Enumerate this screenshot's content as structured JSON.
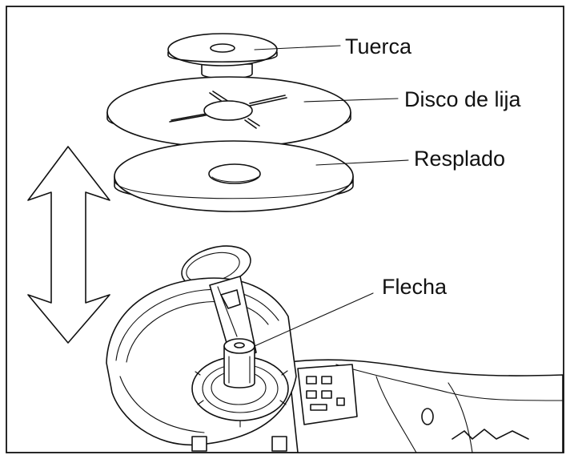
{
  "labels": {
    "tuerca": "Tuerca",
    "disco": "Disco de lija",
    "resplado": "Resplado",
    "flecha": "Flecha"
  },
  "colors": {
    "line": "#111111",
    "background": "#ffffff"
  }
}
